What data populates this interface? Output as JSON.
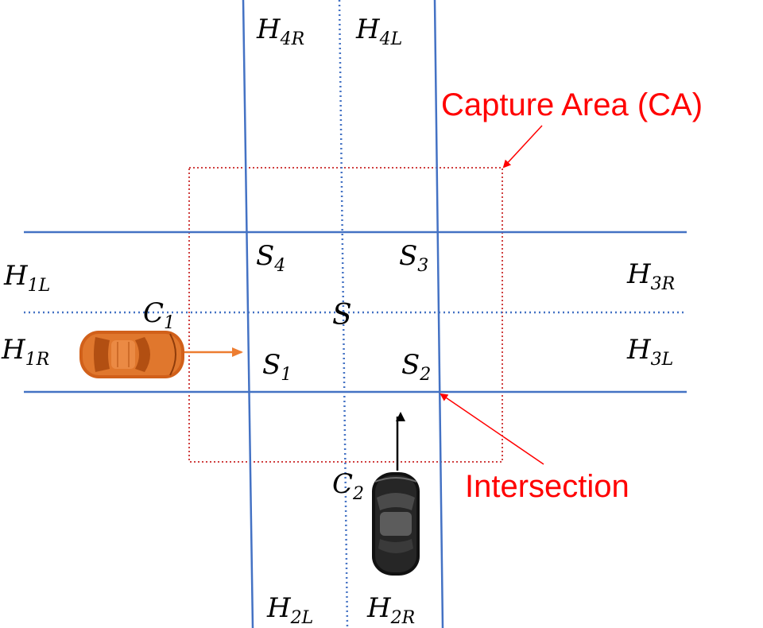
{
  "colors": {
    "road": "#4472c4",
    "capture_area": "#c00000",
    "callout": "#ff0000",
    "car1_arrow": "#ed7d31",
    "car2_arrow": "#000000",
    "car1_body": "#d1601a",
    "car2_body": "#111111"
  },
  "lanes": {
    "h1l": {
      "base": "H",
      "sub": "1L"
    },
    "h1r": {
      "base": "H",
      "sub": "1R"
    },
    "h2l": {
      "base": "H",
      "sub": "2L"
    },
    "h2r": {
      "base": "H",
      "sub": "2R"
    },
    "h3l": {
      "base": "H",
      "sub": "3L"
    },
    "h3r": {
      "base": "H",
      "sub": "3R"
    },
    "h4l": {
      "base": "H",
      "sub": "4L"
    },
    "h4r": {
      "base": "H",
      "sub": "4R"
    }
  },
  "segments": {
    "s1": {
      "base": "S",
      "sub": "1"
    },
    "s2": {
      "base": "S",
      "sub": "2"
    },
    "s3": {
      "base": "S",
      "sub": "3"
    },
    "s4": {
      "base": "S",
      "sub": "4"
    },
    "s": "S"
  },
  "cars": {
    "c1": {
      "base": "C",
      "sub": "1",
      "icon": "orange-car-icon"
    },
    "c2": {
      "base": "C",
      "sub": "2",
      "icon": "black-car-icon"
    }
  },
  "callouts": {
    "capture_area": "Capture Area (CA)",
    "intersection": "Intersection"
  }
}
